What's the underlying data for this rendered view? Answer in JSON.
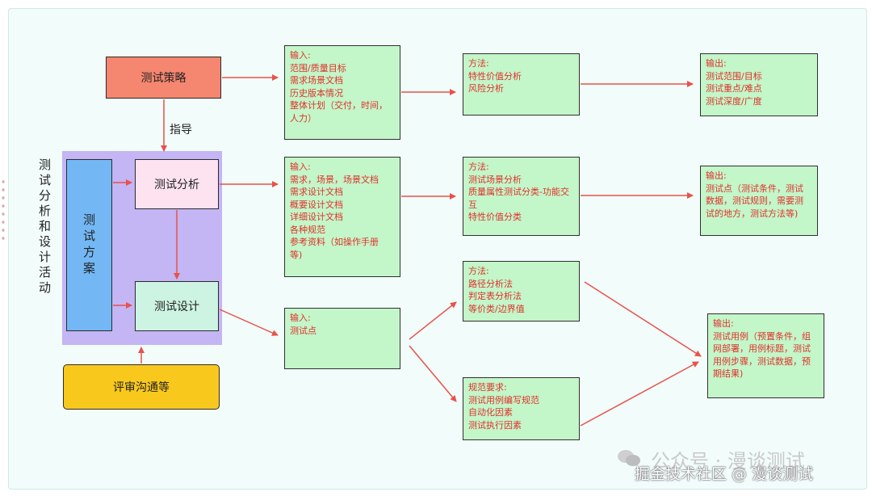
{
  "nodes": {
    "strategy": "测试策略",
    "guide_label": "指导",
    "side_title": "测试分析和设计活动",
    "plan": "测试方案",
    "analysis": "测试分析",
    "design": "测试设计",
    "review": "评审沟通等"
  },
  "row1": {
    "input": [
      "输入:",
      "范围/质量目标",
      "需求场景文档",
      "历史版本情况",
      "整体计划（交付，时间，",
      "人力）"
    ],
    "method": [
      "方法:",
      "特性价值分析",
      "风险分析"
    ],
    "output": [
      "输出:",
      "测试范围/目标",
      "测试重点/难点",
      "测试深度/广度"
    ]
  },
  "row2": {
    "input": [
      "输入:",
      "需求，场景，场景文档",
      "需求设计文档",
      "概要设计文档",
      "详细设计文档",
      "各种规范",
      "参考资料（如操作手册",
      "等)"
    ],
    "method": [
      "方法:",
      "测试场景分析",
      "质量属性测试分类-功能交",
      "互",
      "特性价值分类"
    ],
    "output": [
      "输出:",
      "测试点（测试条件，测试",
      "数据，测试规则，需要测",
      "试的地方，测试方法等)"
    ]
  },
  "row3": {
    "input": [
      "输入:",
      "测试点"
    ],
    "method": [
      "方法:",
      "路径分析法",
      "判定表分析法",
      "等价类/边界值"
    ],
    "spec": [
      "规范要求:",
      "测试用例编写规范",
      "自动化因素",
      "测试执行因素"
    ],
    "output": [
      "输出:",
      "测试用例（预置条件，组",
      "网部署，用例标题，测试",
      "用例步骤，测试数据，预",
      "期结果)"
    ]
  },
  "watermark": {
    "line1": "公众号 · 漫谈测试",
    "line2": "掘金技术社区 @ 漫谈测试"
  },
  "colors": {
    "strategy_fill": "#f58670",
    "analysis_fill": "#fde2f0",
    "design_fill": "#cdf3e2",
    "plan_fill": "#73b8f5",
    "group_fill": "#c4b5f4",
    "review_fill": "#f9c81c",
    "note_fill": "#c3f6c9",
    "note_text": "#e0312b",
    "arrow": "#e8524a"
  }
}
